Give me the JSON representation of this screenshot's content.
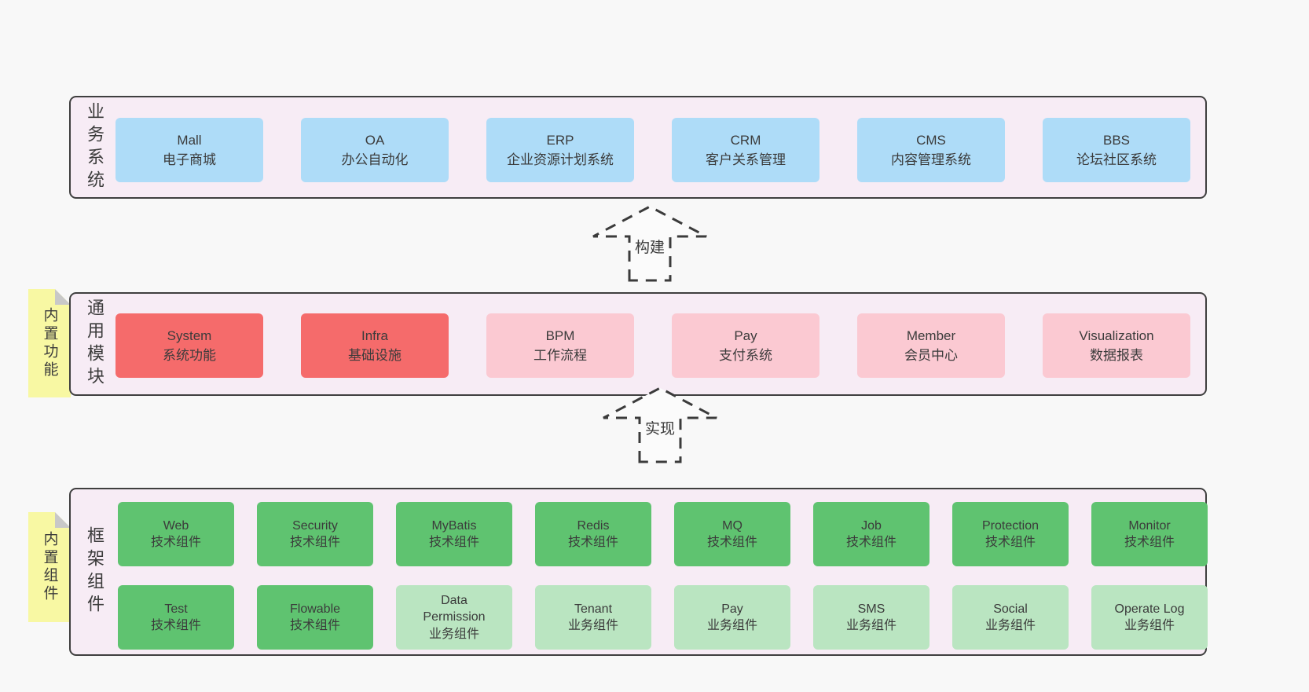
{
  "colors": {
    "page_bg": "#f8f8f8",
    "band_bg": "#f7ecf5",
    "band_border": "#3f3f3f",
    "blue": "#aedcf8",
    "red": "#f56b6b",
    "pink": "#fbc9d2",
    "green": "#5fc370",
    "lightgreen": "#bae5c1",
    "sticky_bg": "#f8f8a3",
    "sticky_fold": "#c8c8c8",
    "text": "#3b3b3b",
    "arrow": "#3b3b3b"
  },
  "bands": [
    {
      "key": "business-systems",
      "label": "业务系统",
      "sticky": null,
      "rows": [
        [
          {
            "en": "Mall",
            "zh": "电子商城",
            "type": "blue"
          },
          {
            "en": "OA",
            "zh": "办公自动化",
            "type": "blue"
          },
          {
            "en": "ERP",
            "zh": "企业资源计划系统",
            "type": "blue"
          },
          {
            "en": "CRM",
            "zh": "客户关系管理",
            "type": "blue"
          },
          {
            "en": "CMS",
            "zh": "内容管理系统",
            "type": "blue"
          },
          {
            "en": "BBS",
            "zh": "论坛社区系统",
            "type": "blue"
          }
        ]
      ]
    },
    {
      "key": "common-modules",
      "label": "通用模块",
      "sticky": "内置功能",
      "rows": [
        [
          {
            "en": "System",
            "zh": "系统功能",
            "type": "red"
          },
          {
            "en": "Infra",
            "zh": "基础设施",
            "type": "red"
          },
          {
            "en": "BPM",
            "zh": "工作流程",
            "type": "pink"
          },
          {
            "en": "Pay",
            "zh": "支付系统",
            "type": "pink"
          },
          {
            "en": "Member",
            "zh": "会员中心",
            "type": "pink"
          },
          {
            "en": "Visualization",
            "zh": "数据报表",
            "type": "pink"
          }
        ]
      ]
    },
    {
      "key": "framework-components",
      "label": "框架组件",
      "sticky": "内置组件",
      "rows": [
        [
          {
            "en": "Web",
            "zh": "技术组件",
            "type": "green"
          },
          {
            "en": "Security",
            "zh": "技术组件",
            "type": "green"
          },
          {
            "en": "MyBatis",
            "zh": "技术组件",
            "type": "green"
          },
          {
            "en": "Redis",
            "zh": "技术组件",
            "type": "green"
          },
          {
            "en": "MQ",
            "zh": "技术组件",
            "type": "green"
          },
          {
            "en": "Job",
            "zh": "技术组件",
            "type": "green"
          },
          {
            "en": "Protection",
            "zh": "技术组件",
            "type": "green"
          },
          {
            "en": "Monitor",
            "zh": "技术组件",
            "type": "green"
          }
        ],
        [
          {
            "en": "Test",
            "zh": "技术组件",
            "type": "green"
          },
          {
            "en": "Flowable",
            "zh": "技术组件",
            "type": "green"
          },
          {
            "en": "Data Permission",
            "zh": "业务组件",
            "type": "lightgreen"
          },
          {
            "en": "Tenant",
            "zh": "业务组件",
            "type": "lightgreen"
          },
          {
            "en": "Pay",
            "zh": "业务组件",
            "type": "lightgreen"
          },
          {
            "en": "SMS",
            "zh": "业务组件",
            "type": "lightgreen"
          },
          {
            "en": "Social",
            "zh": "业务组件",
            "type": "lightgreen"
          },
          {
            "en": "Operate Log",
            "zh": "业务组件",
            "type": "lightgreen"
          }
        ]
      ]
    }
  ],
  "arrows": [
    {
      "label": "构建"
    },
    {
      "label": "实现"
    }
  ]
}
